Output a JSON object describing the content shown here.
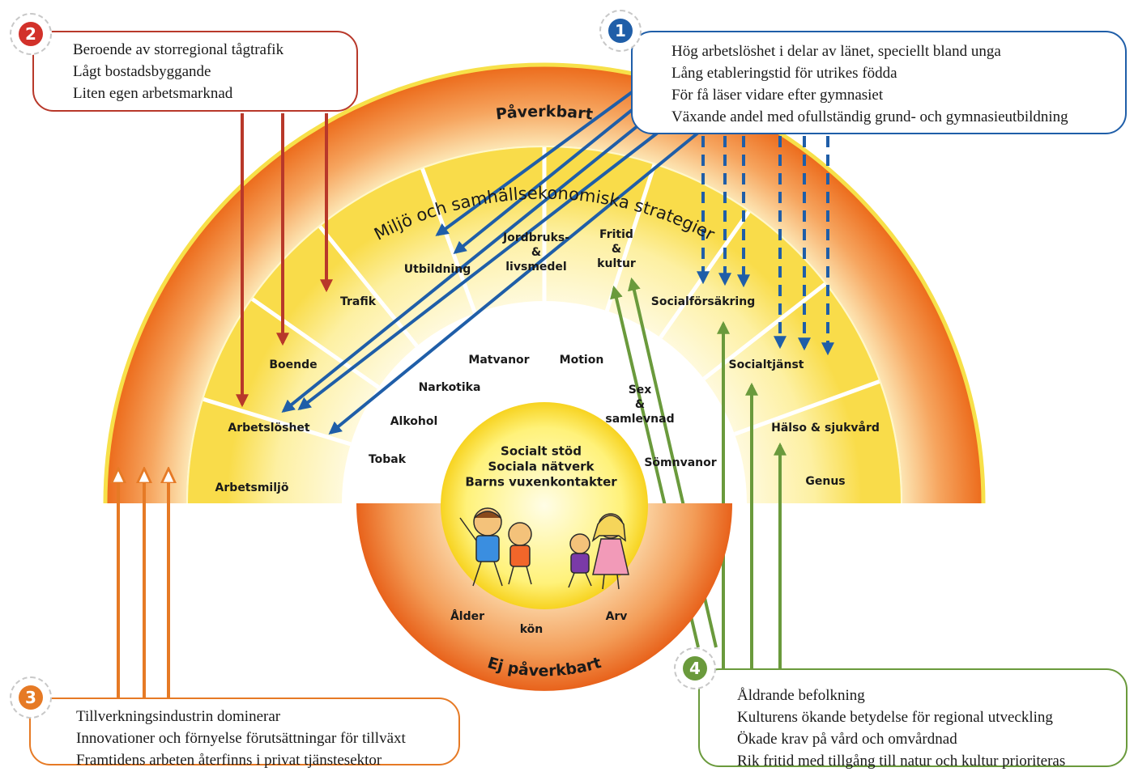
{
  "arc_texts": {
    "top": "Påverkbart",
    "band": "Miljö och samhällsekonomiska strategier",
    "bottom": "Ej påverkbart"
  },
  "sectors": {
    "arbetsmiljo": "Arbetsmiljö",
    "arbetsloshet": "Arbetslöshet",
    "boende": "Boende",
    "trafik": "Trafik",
    "utbildning": "Utbildning",
    "jordbruk": [
      "Jordbruks-",
      "&",
      "livsmedel"
    ],
    "fritid": [
      "Fritid",
      "&",
      "kultur"
    ],
    "socialforsakring": "Socialförsäkring",
    "socialtjanst": "Socialtjänst",
    "halso": "Hälso & sjukvård",
    "genus": "Genus"
  },
  "lifestyle": {
    "tobak": "Tobak",
    "alkohol": "Alkohol",
    "narkotika": "Narkotika",
    "matvanor": "Matvanor",
    "motion": "Motion",
    "sex": [
      "Sex",
      "&",
      "samlevnad"
    ],
    "somnvanor": "Sömnvanor"
  },
  "core": {
    "lines": [
      "Socialt stöd",
      "Sociala nätverk",
      "Barns vuxenkontakter"
    ],
    "alder": "Ålder",
    "kon": "kön",
    "arv": "Arv"
  },
  "boxes": {
    "b1": {
      "number": "1",
      "lines": [
        "Hög arbetslöshet i delar av länet, speciellt bland unga",
        "Lång etableringstid för utrikes födda",
        "För få läser vidare efter gymnasiet",
        "Växande andel med ofullständig grund- och gymnasieutbildning"
      ]
    },
    "b2": {
      "number": "2",
      "lines": [
        "Beroende av storregional tågtrafik",
        "Lågt bostadsbyggande",
        "Liten egen arbetsmarknad"
      ]
    },
    "b3": {
      "number": "3",
      "lines": [
        "Tillverkningsindustrin dominerar",
        "Innovationer och förnyelse förutsättningar för tillväxt",
        "Framtidens arbeten återfinns i privat tjänstesektor"
      ]
    },
    "b4": {
      "number": "4",
      "lines": [
        "Åldrande befolkning",
        "Kulturens ökande betydelse för regional utveckling",
        "Ökade krav på vård och omvårdnad",
        "Rik fritid med tillgång till natur och kultur prioriteras"
      ]
    }
  },
  "colors": {
    "blue": "#1f5ea8",
    "red": "#b8382a",
    "orange": "#e67a25",
    "green": "#6a9a3c"
  }
}
